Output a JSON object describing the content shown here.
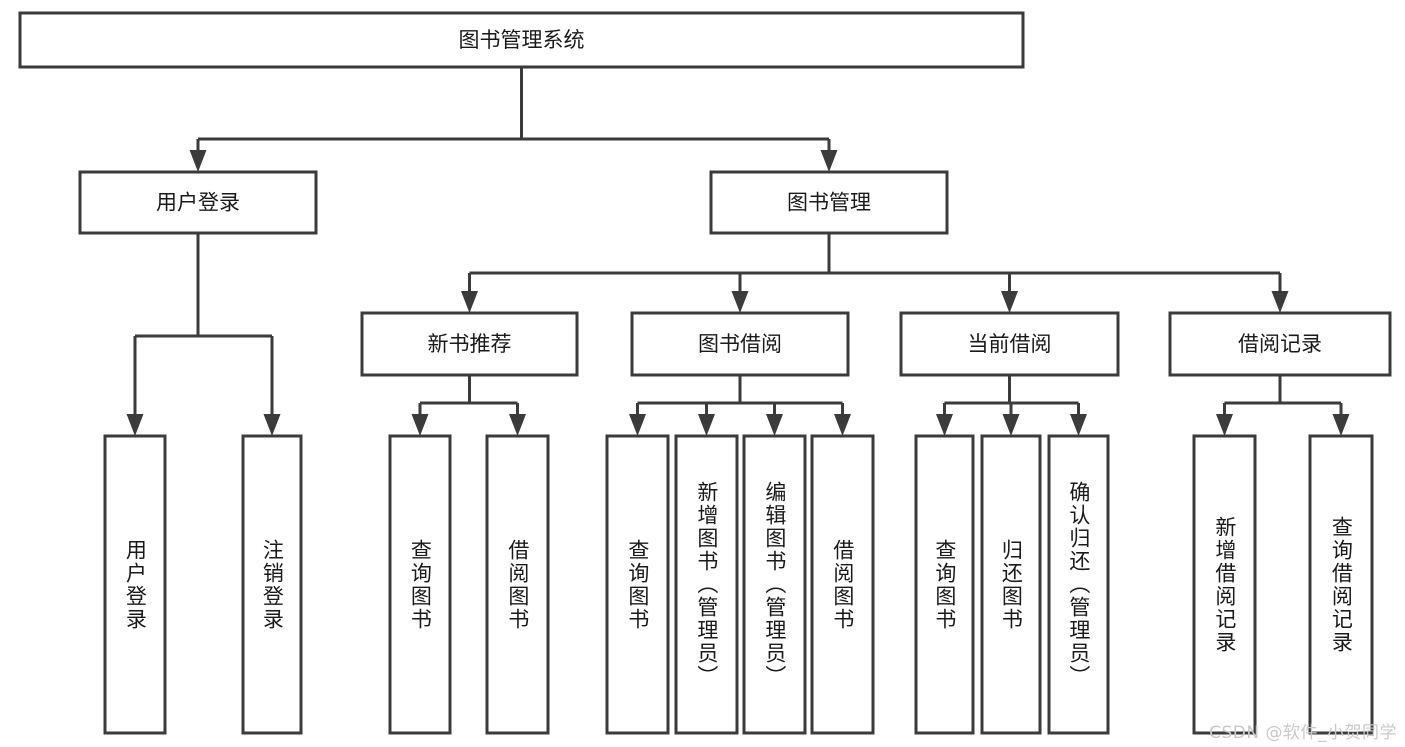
{
  "diagram": {
    "type": "tree",
    "title": "图书管理系统",
    "orientation": "top-down",
    "colors": {
      "background": "#ffffff",
      "box_border": "#3b3b3b",
      "box_fill": "#ffffff",
      "text": "#1a1a1a",
      "connector": "#3b3b3b",
      "watermark": "#c9c9c9"
    },
    "root": {
      "label": "图书管理系统"
    },
    "level1": [
      {
        "label": "用户登录"
      },
      {
        "label": "图书管理"
      }
    ],
    "level2": [
      {
        "label": "新书推荐",
        "parent": "图书管理"
      },
      {
        "label": "图书借阅",
        "parent": "图书管理"
      },
      {
        "label": "当前借阅",
        "parent": "图书管理"
      },
      {
        "label": "借阅记录",
        "parent": "图书管理"
      }
    ],
    "leaves": {
      "用户登录": [
        {
          "label": "用户登录"
        },
        {
          "label": "注销登录"
        }
      ],
      "新书推荐": [
        {
          "label": "查询图书"
        },
        {
          "label": "借阅图书"
        }
      ],
      "图书借阅": [
        {
          "label": "查询图书"
        },
        {
          "label": "新增图书（管理员）"
        },
        {
          "label": "编辑图书（管理员）"
        },
        {
          "label": "借阅图书"
        }
      ],
      "当前借阅": [
        {
          "label": "查询图书"
        },
        {
          "label": "归还图书"
        },
        {
          "label": "确认归还（管理员）"
        }
      ],
      "借阅记录": [
        {
          "label": "新增借阅记录"
        },
        {
          "label": "查询借阅记录"
        }
      ]
    }
  },
  "watermark": {
    "text": "CSDN @软件_小贺同学"
  }
}
